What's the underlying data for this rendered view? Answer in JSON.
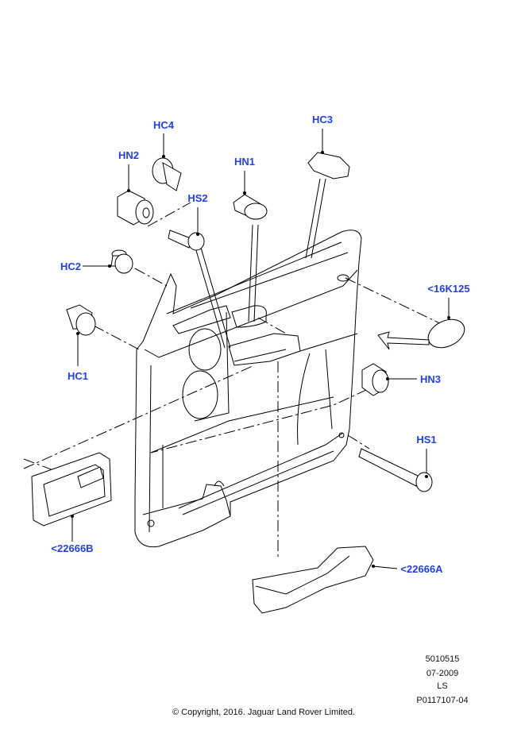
{
  "labels": {
    "hc4": "HC4",
    "hn2": "HN2",
    "hs2": "HS2",
    "hn1": "HN1",
    "hc3": "HC3",
    "hc2": "HC2",
    "k16k125": "<16K125",
    "hc1": "HC1",
    "hn3": "HN3",
    "hs1": "HS1",
    "b22666b": "<22666B",
    "a22666a": "<22666A"
  },
  "info": {
    "ref": "5010515",
    "date": "07-2009",
    "code": "LS",
    "part": "P0117107-04"
  },
  "copyright": "© Copyright, 2016. Jaguar Land Rover Limited.",
  "colors": {
    "label": "#1f3fff"
  }
}
